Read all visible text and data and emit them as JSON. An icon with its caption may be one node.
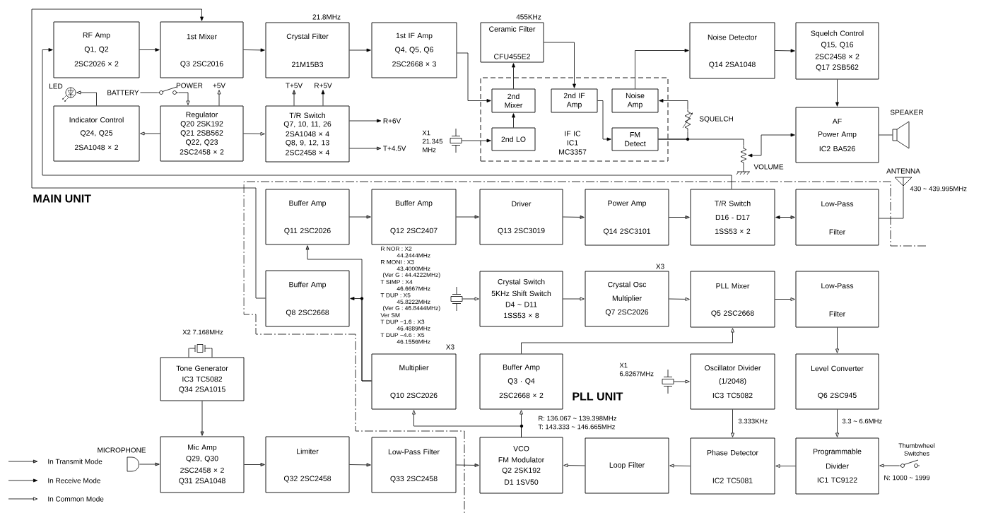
{
  "diagram": {
    "nodes": [
      {
        "text": [
          "RF Amp",
          "Q1, Q2",
          "2SC2026 × 2"
        ]
      },
      {
        "text": [
          "1st Mixer",
          "Q3 2SC2016"
        ]
      },
      {
        "text": [
          "Crystal Filter",
          "21M15B3"
        ],
        "beside": [
          "21.8MHz"
        ]
      },
      {
        "text": [
          "1st IF Amp",
          "Q4, Q5, Q6",
          "2SC2668 × 3"
        ]
      },
      {
        "text": [
          "Ceramic Filter",
          "CFU455E2"
        ],
        "beside": [
          "455KHz"
        ]
      },
      {
        "text": [
          "Noise Detector",
          "Q14 2SA1048"
        ]
      },
      {
        "text": [
          "Squelch Control",
          "Q15, Q16",
          "2SC2458 × 2",
          "Q17 2SB562"
        ]
      },
      {
        "text": [
          "IF IC",
          "IC1",
          "MC3357"
        ]
      },
      {
        "text": [
          "2nd Mixer"
        ],
        "in": 7
      },
      {
        "text": [
          "2nd IF Amp"
        ],
        "in": 7
      },
      {
        "text": [
          "Noise Amp"
        ],
        "in": 7
      },
      {
        "text": [
          "2nd LO"
        ],
        "in": 7
      },
      {
        "text": [
          "FM Detect"
        ],
        "in": 7
      },
      {
        "text": [],
        "shape": "picture",
        "beside": [
          "LED"
        ]
      },
      {
        "text": [
          "BATTERY"
        ]
      },
      {
        "text": [],
        "shape": "picture",
        "beside": [
          "POWER"
        ]
      },
      {
        "text": [
          "+5V"
        ]
      },
      {
        "text": [
          "T+5V"
        ]
      },
      {
        "text": [
          "R+5V"
        ]
      },
      {
        "text": [
          "Indicator Control",
          "Q24, Q25",
          "2SA1048 × 2"
        ]
      },
      {
        "text": [
          "Regulator",
          "Q20 2SK192",
          "Q21 2SB562",
          "Q22, Q23",
          "2SC2458 × 2"
        ]
      },
      {
        "text": [
          "T/R Switch",
          "Q7, 10, 11, 26",
          "2SA1048 × 4",
          "Q8, 9, 12, 13",
          "2SC2458 × 4"
        ]
      },
      {
        "text": [
          "R+6V"
        ]
      },
      {
        "text": [
          "T+4.5V"
        ]
      },
      {
        "text": [],
        "shape": "picture",
        "beside": [
          "X1 21.345 MHz"
        ]
      },
      {
        "text": [],
        "shape": "picture",
        "beside": [
          "SQUELCH"
        ]
      },
      {
        "text": [],
        "shape": "picture",
        "beside": [
          "VOLUME"
        ]
      },
      {
        "text": [
          "AF",
          "Power Amp",
          "IC2 BA526"
        ]
      },
      {
        "text": [],
        "shape": "picture",
        "beside": [
          "SPEAKER"
        ]
      },
      {
        "text": [],
        "shape": "picture",
        "beside": [
          "ANTENNA",
          "430 ~ 439.995MHz"
        ]
      },
      {
        "text": [
          "Buffer Amp",
          "Q11 2SC2026"
        ]
      },
      {
        "text": [
          "Buffer Amp",
          "Q12 2SC2407"
        ]
      },
      {
        "text": [
          "Driver",
          "Q13 2SC3019"
        ]
      },
      {
        "text": [
          "Power Amp",
          "Q14 2SC3101"
        ]
      },
      {
        "text": [
          "T/R Switch",
          "D16 - D17",
          "1SS53 × 2"
        ]
      },
      {
        "text": [
          "Low-Pass",
          "Filter"
        ]
      },
      {
        "text": [
          "Buffer Amp",
          "Q8 2SC2668"
        ]
      },
      {
        "text": [],
        "shape": "picture",
        "beside": [
          "R NOR : X2",
          "44.2444MHz",
          "R MONI : X3",
          "43.4000MHz",
          "(Ver G : 44.4222MHz)",
          "T SIMP : X4",
          "46.6667MHz",
          "T DUP : X5",
          "45.8222MHz",
          "(Ver G : 46.8444MHz)",
          "Ver SM",
          "T DUP −1.6 : X3",
          "46.4889MHz",
          "T DUP −4.6 : X5",
          "46.1556MHz"
        ]
      },
      {
        "text": [
          "Crystal Switch",
          "5KHz Shift Switch",
          "D4 ~ D11",
          "1SS53 × 8"
        ]
      },
      {
        "text": [
          "Crystal Osc",
          "Multiplier",
          "Q7 2SC2026"
        ],
        "beside": [
          "X3"
        ]
      },
      {
        "text": [
          "PLL Mixer",
          "Q5 2SC2668"
        ]
      },
      {
        "text": [
          "Low-Pass",
          "Filter"
        ]
      },
      {
        "text": [],
        "shape": "picture",
        "beside": [
          "X2 7.168MHz"
        ]
      },
      {
        "text": [
          "Tone Generator",
          "IC3 TC5082",
          "Q34 2SA1015"
        ]
      },
      {
        "text": [
          "Multiplier",
          "Q10 2SC2026"
        ],
        "beside": [
          "X3"
        ]
      },
      {
        "text": [
          "Buffer Amp",
          "Q3 · Q4",
          "2SC2668 × 2"
        ]
      },
      {
        "text": [],
        "shape": "picture",
        "beside": [
          "X1 6.8267MHz"
        ]
      },
      {
        "text": [
          "Oscillator Divider",
          "(1/2048)",
          "IC3 TC5082"
        ]
      },
      {
        "text": [
          "Level Converter",
          "Q6 2SC945"
        ]
      },
      {
        "text": [],
        "shape": "picture",
        "beside": [
          "MICROPHONE"
        ]
      },
      {
        "text": [
          "Mic Amp",
          "Q29, Q30",
          "2SC2458 × 2",
          "Q31 2SA1048"
        ]
      },
      {
        "text": [
          "Limiter",
          "Q32 2SC2458"
        ]
      },
      {
        "text": [
          "Low-Pass Filter",
          "Q33 2SC2458"
        ]
      },
      {
        "text": [
          "VCO",
          "FM Modulator",
          "Q2 2SK192",
          "D1 1SV50"
        ]
      },
      {
        "text": [
          "Loop Filter"
        ]
      },
      {
        "text": [
          "Phase Detector",
          "IC2 TC5081"
        ]
      },
      {
        "text": [
          "Programmable",
          "Divider",
          "IC1 TC9122"
        ]
      },
      {
        "text": [],
        "shape": "picture",
        "beside": [
          "Thumbwheel Switches",
          "N: 1000 ~ 1999"
        ]
      }
    ],
    "edges": [
      {
        "from": 0,
        "to": 1,
        "arrow": "to"
      },
      {
        "from": 1,
        "to": 2,
        "arrow": "to"
      },
      {
        "from": 2,
        "to": 3,
        "arrow": "to"
      },
      {
        "from": 3,
        "to": 8,
        "arrow": "to"
      },
      {
        "from": 8,
        "to": 4,
        "arrow": "to"
      },
      {
        "from": 4,
        "to": 9,
        "arrow": "to"
      },
      {
        "from": 11,
        "to": 8,
        "arrow": "to"
      },
      {
        "from": 24,
        "to": 11,
        "arrow": "to"
      },
      {
        "from": 9,
        "to": 12,
        "arrow": "to"
      },
      {
        "from": 12,
        "to": 25,
        "arrow": "none"
      },
      {
        "from": 12,
        "to": 26,
        "arrow": "none"
      },
      {
        "from": 25,
        "to": 10,
        "arrow": "to"
      },
      {
        "from": 10,
        "to": 5,
        "arrow": "to"
      },
      {
        "from": 5,
        "to": 6,
        "arrow": "to"
      },
      {
        "from": 6,
        "to": 27,
        "arrow": "to"
      },
      {
        "from": 26,
        "to": 27,
        "arrow": "both"
      },
      {
        "from": 27,
        "to": 28,
        "arrow": "none"
      },
      {
        "from": 19,
        "to": 13,
        "arrow": "to"
      },
      {
        "from": 14,
        "to": 15,
        "arrow": "none"
      },
      {
        "from": 15,
        "to": 20,
        "arrow": "to"
      },
      {
        "from": 20,
        "to": 16,
        "arrow": "to"
      },
      {
        "from": 20,
        "to": 19,
        "arrow": "to"
      },
      {
        "from": 20,
        "to": 21,
        "arrow": "to"
      },
      {
        "from": 21,
        "to": 17,
        "arrow": "to"
      },
      {
        "from": 21,
        "to": 18,
        "arrow": "to"
      },
      {
        "from": 21,
        "to": 22,
        "arrow": "to"
      },
      {
        "from": 21,
        "to": 23,
        "arrow": "to"
      },
      {
        "from": 34,
        "to": 0,
        "arrow": "to"
      },
      {
        "from": 36,
        "to": 1,
        "arrow": "to"
      },
      {
        "from": 30,
        "to": 31,
        "arrow": "to"
      },
      {
        "from": 31,
        "to": 32,
        "arrow": "to"
      },
      {
        "from": 32,
        "to": 33,
        "arrow": "to"
      },
      {
        "from": 33,
        "to": 34,
        "arrow": "to"
      },
      {
        "from": 34,
        "to": 35,
        "arrow": "both"
      },
      {
        "from": 35,
        "to": 29,
        "arrow": "none"
      },
      {
        "from": 44,
        "to": 36,
        "arrow": "to"
      },
      {
        "from": 44,
        "to": 30,
        "arrow": "to"
      },
      {
        "from": 37,
        "to": 38,
        "arrow": "to"
      },
      {
        "from": 38,
        "to": 39,
        "arrow": "to"
      },
      {
        "from": 39,
        "to": 40,
        "arrow": "to"
      },
      {
        "from": 40,
        "to": 41,
        "arrow": "to"
      },
      {
        "from": 41,
        "to": 48,
        "arrow": "to"
      },
      {
        "from": 48,
        "to": 56,
        "arrow": "to",
        "label": "3.3 ~ 6.6MHz"
      },
      {
        "from": 57,
        "to": 56,
        "arrow": "to"
      },
      {
        "from": 56,
        "to": 55,
        "arrow": "to"
      },
      {
        "from": 47,
        "to": 55,
        "arrow": "to",
        "label": "3.333KHz"
      },
      {
        "from": 46,
        "to": 47,
        "arrow": "to"
      },
      {
        "from": 55,
        "to": 54,
        "arrow": "to"
      },
      {
        "from": 54,
        "to": 53,
        "arrow": "to"
      },
      {
        "from": 53,
        "to": 45,
        "arrow": "to"
      },
      {
        "from": 53,
        "to": 44,
        "arrow": "to"
      },
      {
        "from": 45,
        "to": 40,
        "arrow": "to"
      },
      {
        "from": 42,
        "to": 43,
        "arrow": "none"
      },
      {
        "from": 42,
        "to": 43,
        "arrow": "none"
      },
      {
        "from": 43,
        "to": 50,
        "arrow": "to"
      },
      {
        "from": 49,
        "to": 50,
        "arrow": "to"
      },
      {
        "from": 50,
        "to": 51,
        "arrow": "to"
      },
      {
        "from": 51,
        "to": 52,
        "arrow": "to"
      },
      {
        "from": 52,
        "to": 53,
        "arrow": "to"
      }
    ],
    "labels": [
      "MAIN UNIT",
      "PLL UNIT",
      "R: 136.067 ~ 139.398MHz",
      "T: 143.333 ~ 146.665MHz"
    ],
    "legend": [
      {
        "text": "In Transmit Mode"
      },
      {
        "text": "In Receive Mode"
      },
      {
        "text": "In Common Mode"
      }
    ]
  }
}
